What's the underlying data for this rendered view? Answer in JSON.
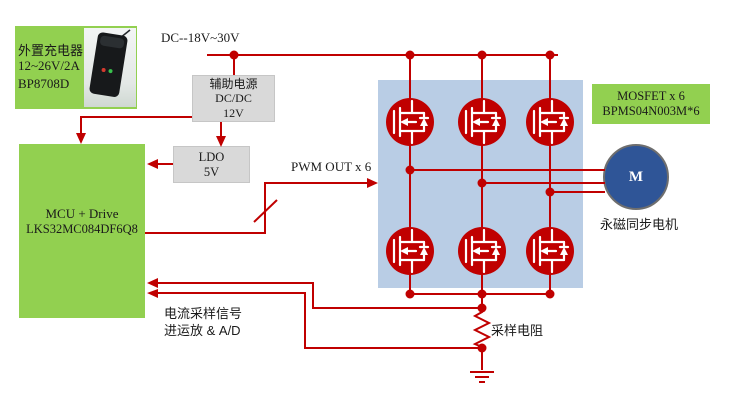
{
  "colors": {
    "green": "#92d050",
    "box_gray": "#d9d9d9",
    "panel_blue": "#b9cde5",
    "wire_red": "#c00000",
    "motor_blue": "#2f5597"
  },
  "charger": {
    "name": "外置充电器",
    "rating": "12~26V/2A",
    "model": "BP8708D"
  },
  "power": {
    "dc_input_label": "DC--18V~30V",
    "aux_title": "辅助电源",
    "aux_type": "DC/DC",
    "aux_voltage": "12V",
    "ldo_title": "LDO",
    "ldo_voltage": "5V"
  },
  "mcu": {
    "title": "MCU + Drive",
    "part_number": "LKS32MC084DF6Q8"
  },
  "bridge": {
    "pwm_label": "PWM OUT x 6",
    "mosfet_title": "MOSFET x 6",
    "mosfet_part": "BPMS04N003M*6"
  },
  "motor": {
    "symbol": "M",
    "label": "永磁同步电机"
  },
  "sampling": {
    "signal_line1": "电流采样信号",
    "signal_line2": "进运放 & A/D",
    "resistor_label": "采样电阻"
  }
}
